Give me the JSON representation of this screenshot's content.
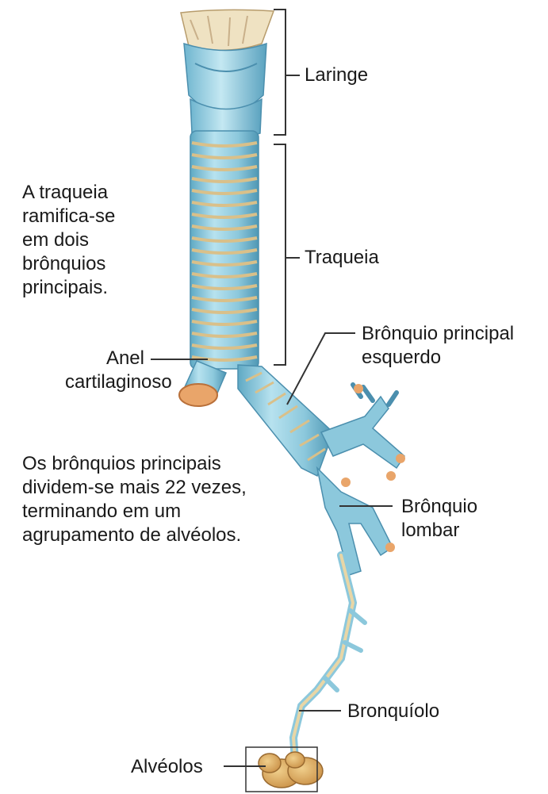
{
  "labels": {
    "laringe": "Laringe",
    "traqueia": "Traqueia",
    "anel": [
      "Anel",
      "cartilaginoso"
    ],
    "bronquio_principal": [
      "Brônquio principal",
      "esquerdo"
    ],
    "bronquio_lombar": [
      "Brônquio",
      "lombar"
    ],
    "bronquiolo": "Bronquíolo",
    "alveolos": "Alvéolos"
  },
  "notes": {
    "top": [
      "A traqueia",
      "ramifica-se",
      "em dois",
      "brônquios",
      "principais."
    ],
    "middle": [
      "Os brônquios principais",
      "dividem-se mais 22 vezes,",
      "terminando em um",
      "agrupamento de alvéolos."
    ]
  },
  "colors": {
    "cartilage": "#9fd3e3",
    "cartilage_dark": "#5fa9c4",
    "membrane": "#d9c08a",
    "larynx_top": "#efe2c2",
    "cut_end": "#e9a56a",
    "alveoli": "#d9a862",
    "line": "#333333"
  }
}
